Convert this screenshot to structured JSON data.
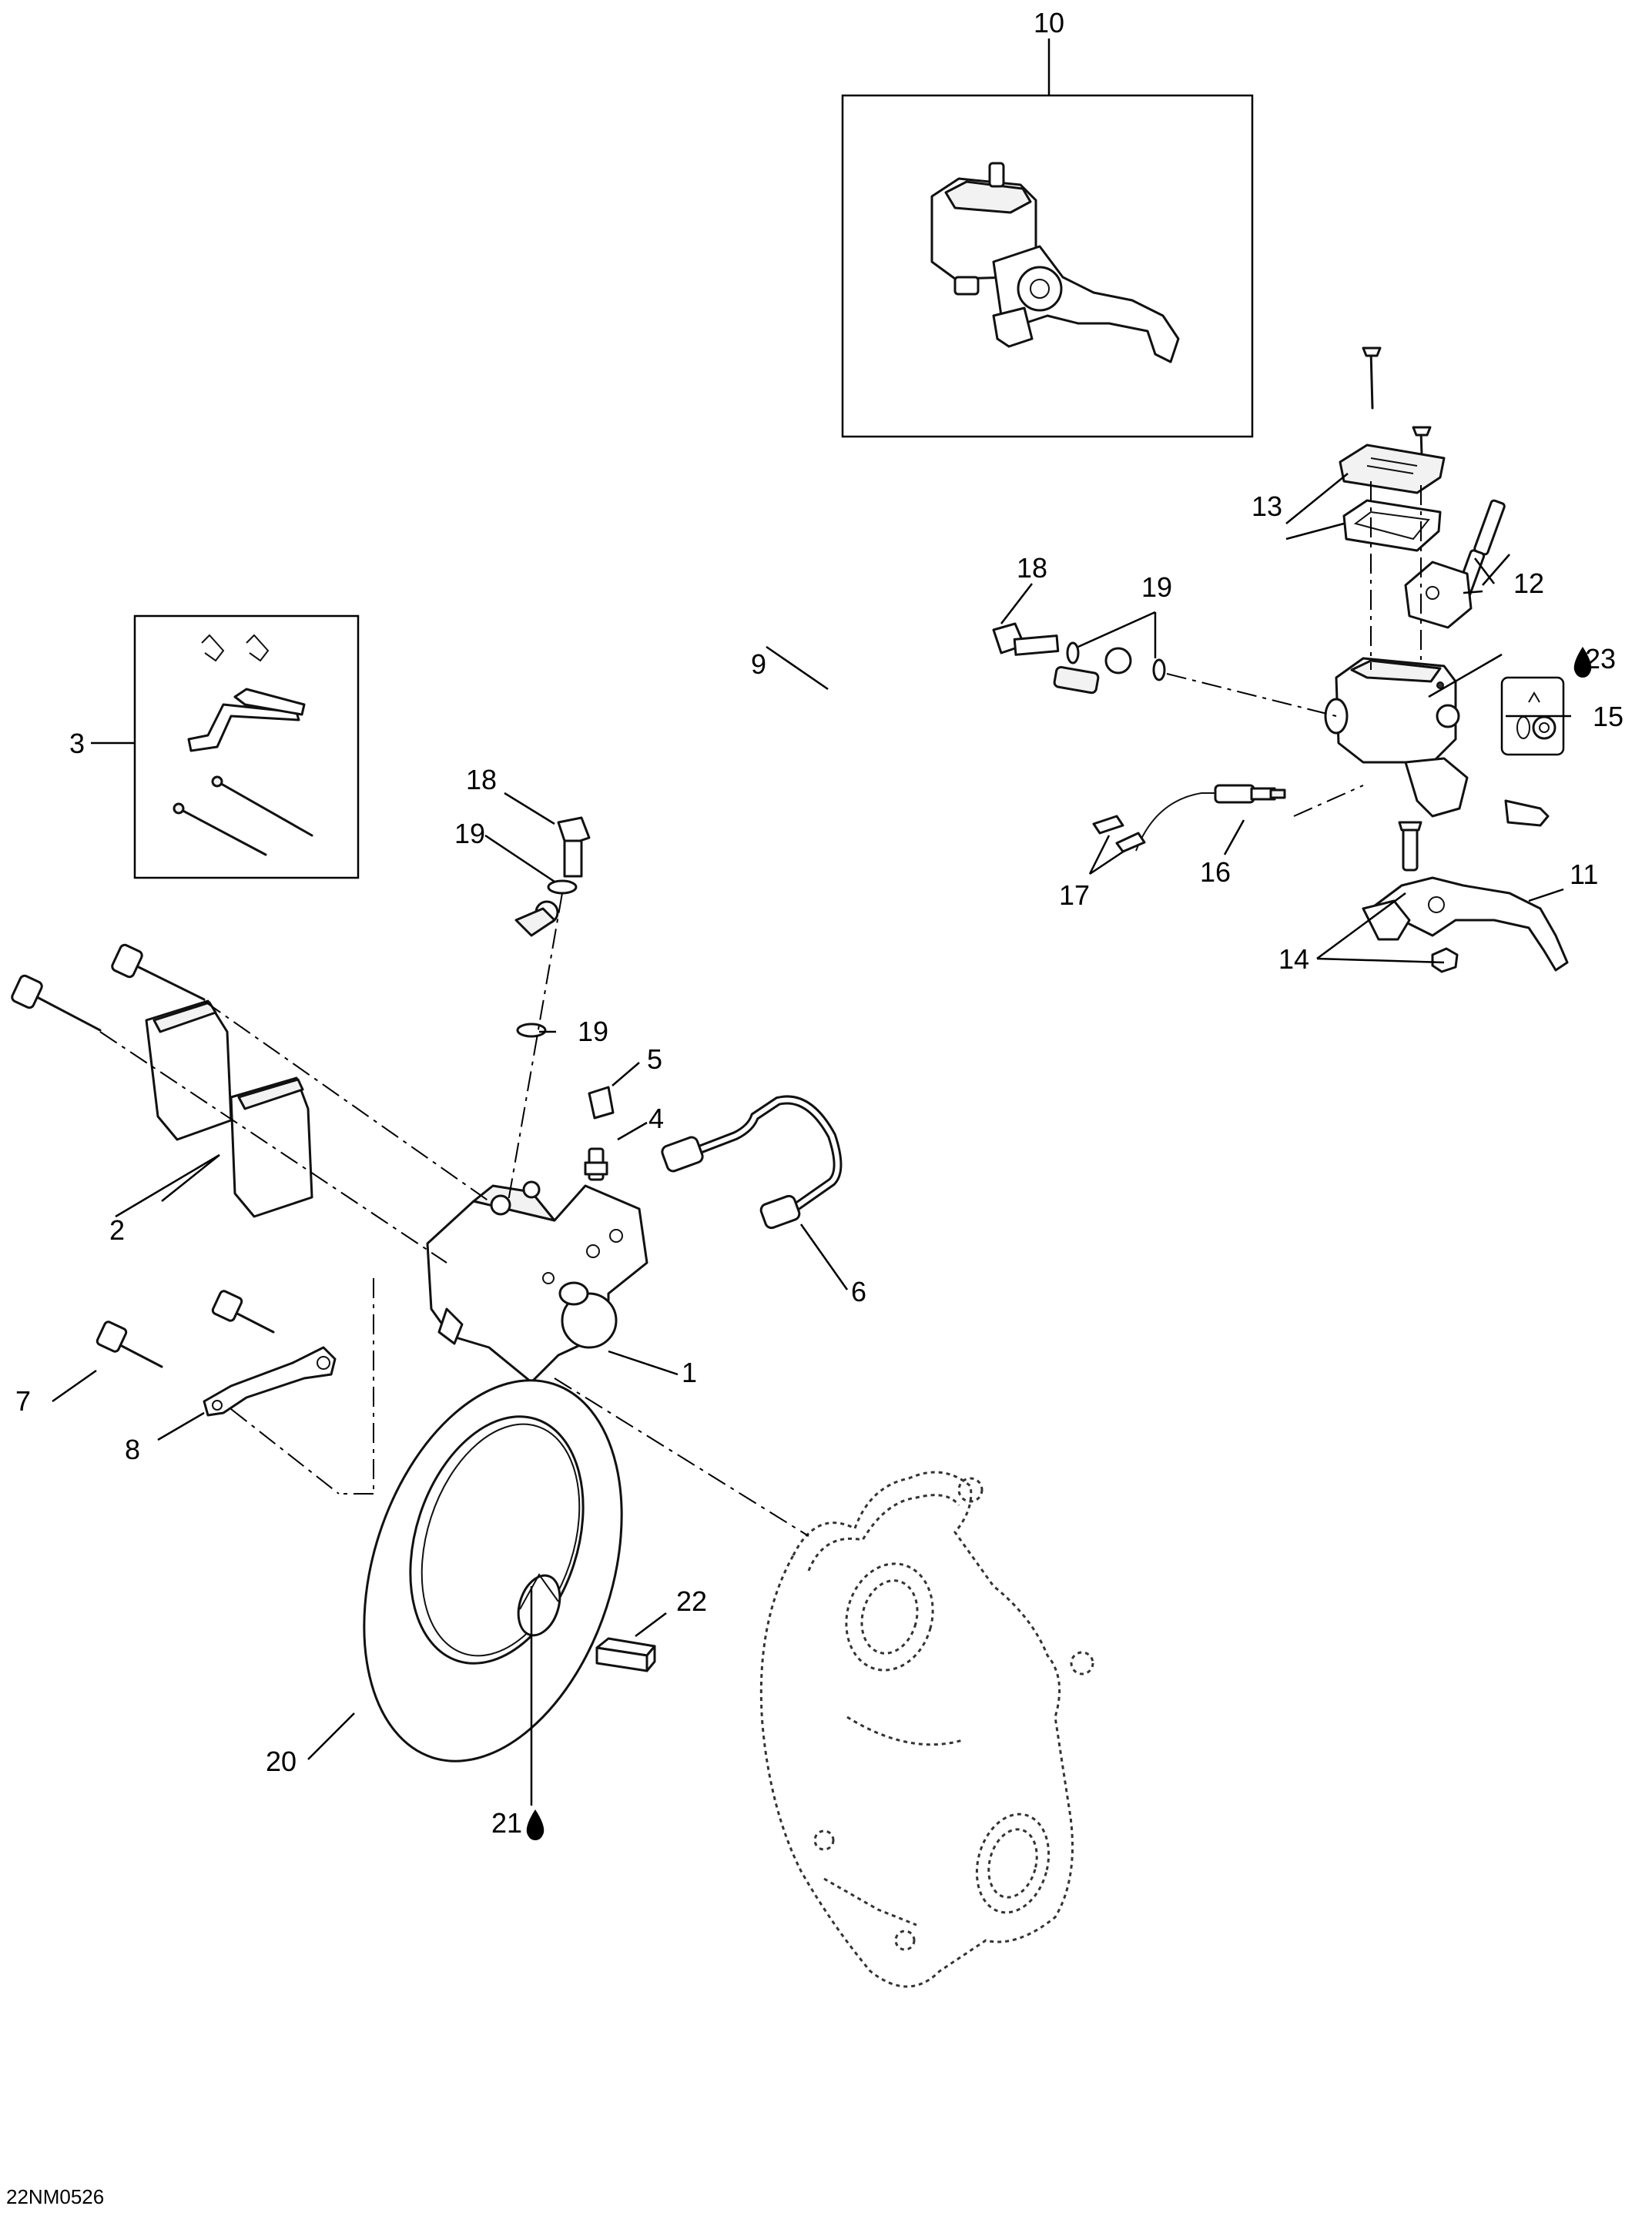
{
  "callouts": {
    "c1": "1",
    "c2": "2",
    "c3": "3",
    "c4": "4",
    "c5": "5",
    "c6": "6",
    "c7": "7",
    "c8": "8",
    "c9": "9",
    "c10": "10",
    "c11": "11",
    "c12": "12",
    "c13": "13",
    "c14": "14",
    "c15": "15",
    "c16": "16",
    "c17": "17",
    "c18a": "18",
    "c18b": "18",
    "c19a": "19",
    "c19b": "19",
    "c19c": "19",
    "c20": "20",
    "c21": "21",
    "c22": "22",
    "c23": "23"
  },
  "lubricant_symbol": "drop-icon",
  "drawing_code": "22NM0526"
}
